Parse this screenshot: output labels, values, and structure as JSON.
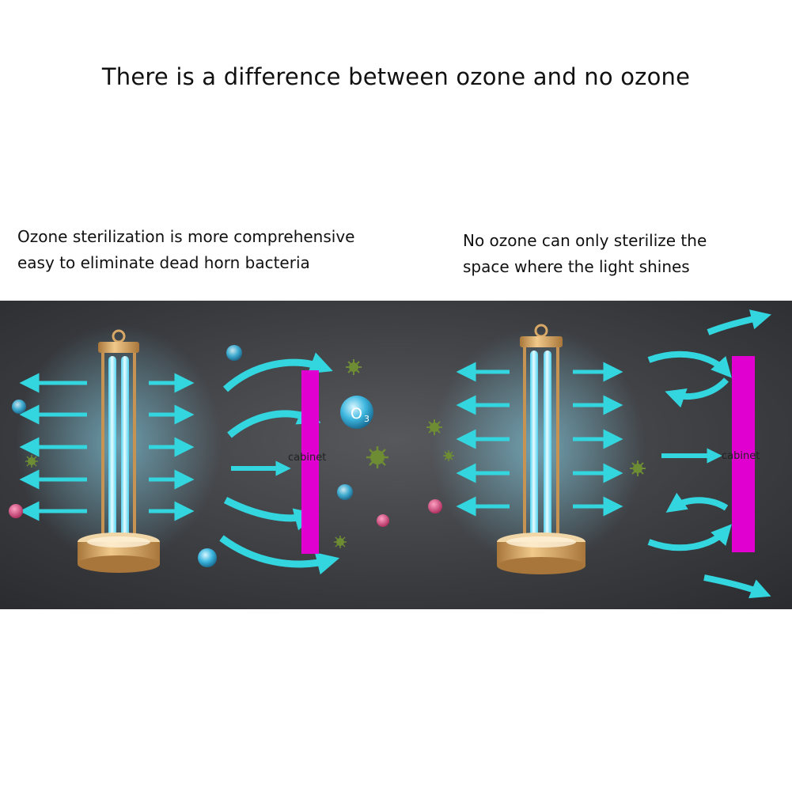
{
  "headline": "There is a difference between ozone and no ozone",
  "left_panel": {
    "caption_lines": [
      "Ozone sterilization is more comprehensive",
      "easy to eliminate dead horn bacteria"
    ],
    "cabinet_label": "cabinet",
    "ozone_symbol": "O",
    "ozone_subscript": "3"
  },
  "right_panel": {
    "caption_lines": [
      "No ozone can only sterilize the",
      "space where the light shines"
    ],
    "cabinet_label": "cabinet"
  },
  "colors": {
    "arrow": "#33d6df",
    "cabinet": "#e000d0",
    "lamp_gold": "#d8a866",
    "uv_glow": "#9fe8ff",
    "background_dark": "#3a3c40"
  }
}
